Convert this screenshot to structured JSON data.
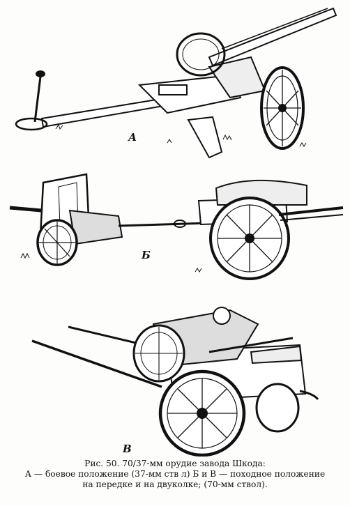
{
  "figure": {
    "panels": [
      {
        "id": "A",
        "label": "А"
      },
      {
        "id": "B",
        "label": "Б"
      },
      {
        "id": "V",
        "label": "В"
      }
    ],
    "caption": {
      "line1": "Рис. 50. 70/37-мм орудие завода Шкода:",
      "line2": "А — боевое положение (37-мм ств л) Б и В — походное положение",
      "line3": "на передке и на двуколке; (70-мм ствол)."
    }
  },
  "colors": {
    "ink": "#111111",
    "paper": "#fdfdfb"
  }
}
